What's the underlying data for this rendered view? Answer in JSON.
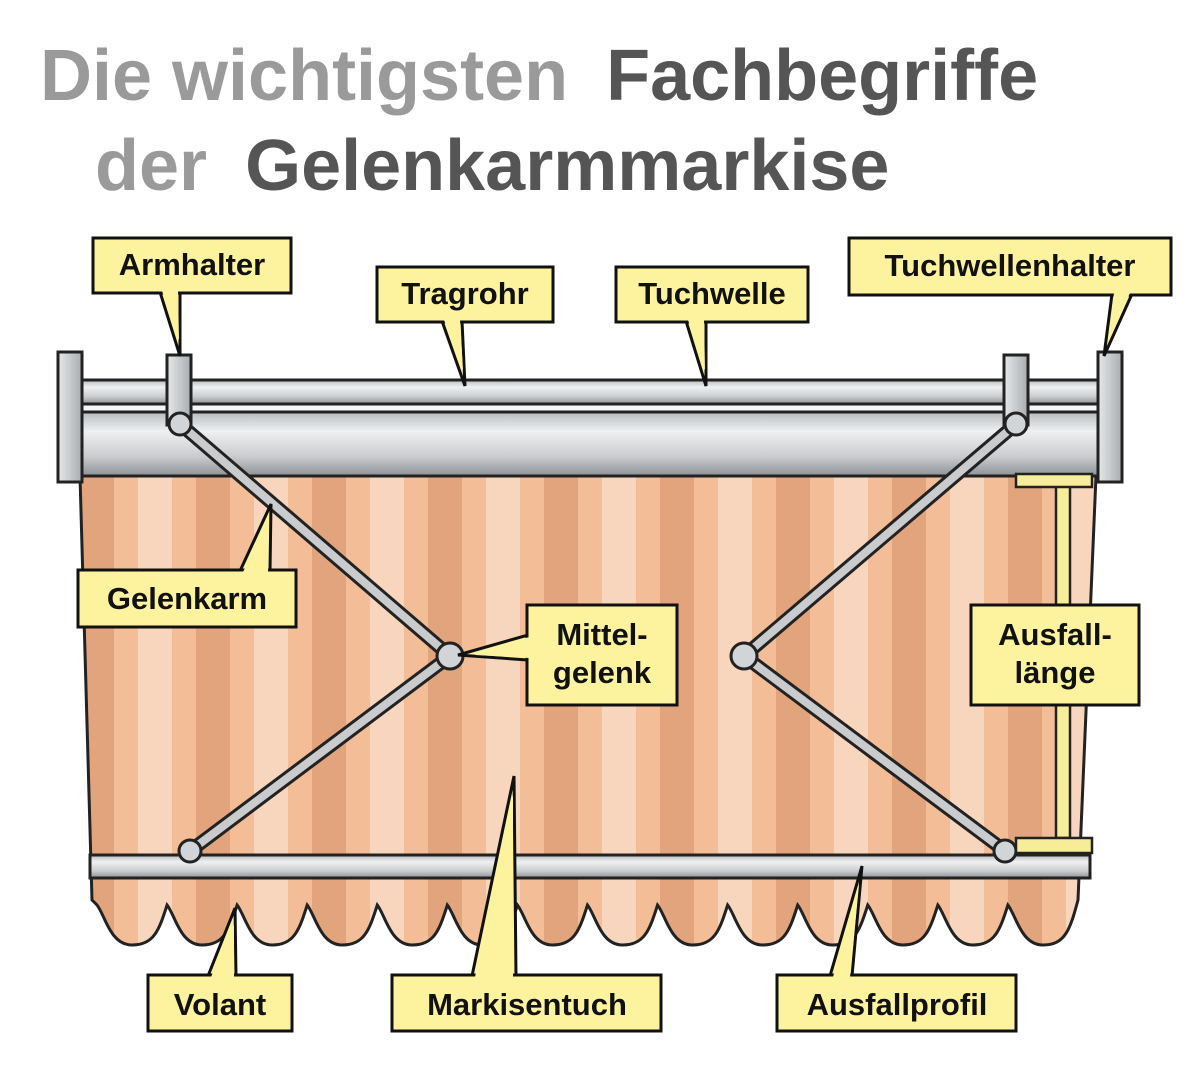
{
  "title": {
    "line1_light": "Die wichtigsten",
    "line1_dark": "Fachbegriffe",
    "line2_light": "der",
    "line2_dark": "Gelenkarmmarkise"
  },
  "labels": {
    "armhalter": "Armhalter",
    "tragrohr": "Tragrohr",
    "tuchwelle": "Tuchwelle",
    "tuchwellenhalter": "Tuchwellenhalter",
    "gelenkarm": "Gelenkarm",
    "mittelgelenk_1": "Mittel-",
    "mittelgelenk_2": "gelenk",
    "ausfalllaenge_1": "Ausfall-",
    "ausfalllaenge_2": "länge",
    "volant": "Volant",
    "markisentuch": "Markisentuch",
    "ausfallprofil": "Ausfallprofil"
  },
  "colors": {
    "title_light": "#9a9a9a",
    "title_dark": "#555555",
    "label_fill": "#fdf39e",
    "stripe_dark": "#e2a47c",
    "stripe_mid": "#f2bd97",
    "stripe_light": "#f8d6bd",
    "metal": "#c9cbcd"
  }
}
